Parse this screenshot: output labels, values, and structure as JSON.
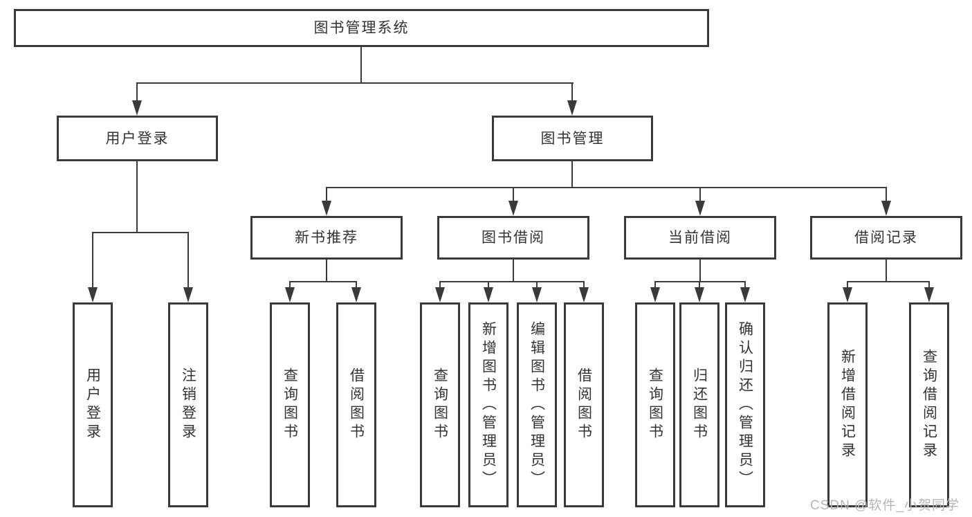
{
  "tree": {
    "root": {
      "label": "图书管理系统"
    },
    "branches": [
      {
        "label": "用户登录",
        "children": [
          {
            "label": "用户登录"
          },
          {
            "label": "注销登录"
          }
        ]
      },
      {
        "label": "图书管理",
        "sections": [
          {
            "label": "新书推荐",
            "children": [
              {
                "label": "查询图书"
              },
              {
                "label": "借阅图书"
              }
            ]
          },
          {
            "label": "图书借阅",
            "children": [
              {
                "label": "查询图书"
              },
              {
                "label": "新增图书（管理员）"
              },
              {
                "label": "编辑图书（管理员）"
              },
              {
                "label": "借阅图书"
              }
            ]
          },
          {
            "label": "当前借阅",
            "children": [
              {
                "label": "查询图书"
              },
              {
                "label": "归还图书"
              },
              {
                "label": "确认归还（管理员）"
              }
            ]
          },
          {
            "label": "借阅记录",
            "children": [
              {
                "label": "新增借阅记录"
              },
              {
                "label": "查询借阅记录"
              }
            ]
          }
        ]
      }
    ]
  },
  "watermark": {
    "text": "CSDN @软件_小贺同学"
  },
  "colors": {
    "line": "#3a3a3a",
    "text": "#333333",
    "wm": "#b6b6b6",
    "bg": "#ffffff"
  }
}
